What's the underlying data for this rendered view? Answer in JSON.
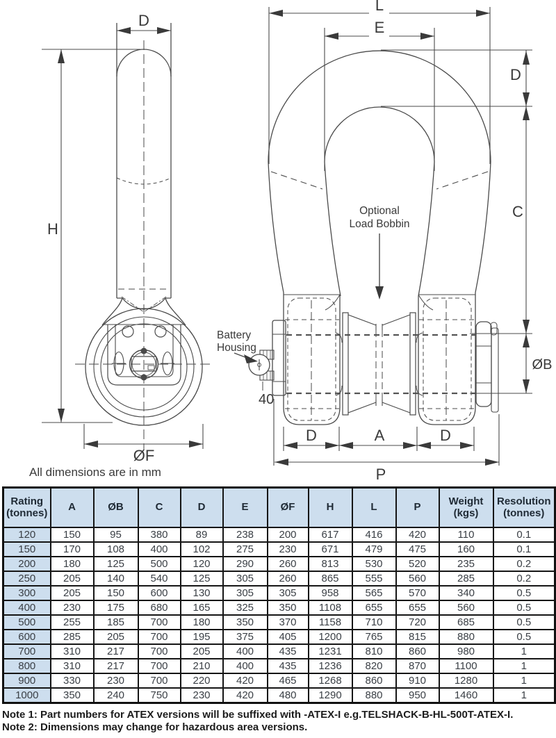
{
  "drawing": {
    "units_note": "All dimensions are in mm",
    "side_view": {
      "dim_d": "D",
      "dim_h": "H",
      "dim_f": "ØF"
    },
    "front_view": {
      "dim_l": "L",
      "dim_e": "E",
      "dim_d_right": "D",
      "dim_c": "C",
      "dim_b": "ØB",
      "dim_d_bottom_left": "D",
      "dim_a": "A",
      "dim_d_bottom_right": "D",
      "dim_p": "P",
      "dim_40": "40",
      "battery_label_line1": "Battery",
      "battery_label_line2": "Housing",
      "bobbin_label_line1": "Optional",
      "bobbin_label_line2": "Load Bobbin"
    }
  },
  "table": {
    "headers": [
      "Rating\n(tonnes)",
      "A",
      "ØB",
      "C",
      "D",
      "E",
      "ØF",
      "H",
      "L",
      "P",
      "Weight\n(kgs)",
      "Resolution\n(tonnes)"
    ],
    "rows": [
      [
        "120",
        "150",
        "95",
        "380",
        "89",
        "238",
        "200",
        "617",
        "416",
        "420",
        "110",
        "0.1"
      ],
      [
        "150",
        "170",
        "108",
        "400",
        "102",
        "275",
        "230",
        "671",
        "479",
        "475",
        "160",
        "0.1"
      ],
      [
        "200",
        "180",
        "125",
        "500",
        "120",
        "290",
        "260",
        "813",
        "530",
        "520",
        "235",
        "0.2"
      ],
      [
        "250",
        "205",
        "140",
        "540",
        "125",
        "305",
        "260",
        "865",
        "555",
        "560",
        "285",
        "0.2"
      ],
      [
        "300",
        "205",
        "150",
        "600",
        "130",
        "305",
        "305",
        "958",
        "565",
        "570",
        "340",
        "0.5"
      ],
      [
        "400",
        "230",
        "175",
        "680",
        "165",
        "325",
        "350",
        "1108",
        "655",
        "655",
        "560",
        "0.5"
      ],
      [
        "500",
        "255",
        "185",
        "700",
        "180",
        "350",
        "370",
        "1158",
        "710",
        "720",
        "685",
        "0.5"
      ],
      [
        "600",
        "285",
        "205",
        "700",
        "195",
        "375",
        "405",
        "1200",
        "765",
        "815",
        "880",
        "0.5"
      ],
      [
        "700",
        "310",
        "217",
        "700",
        "205",
        "400",
        "435",
        "1231",
        "810",
        "860",
        "980",
        "1"
      ],
      [
        "800",
        "310",
        "217",
        "700",
        "210",
        "400",
        "435",
        "1236",
        "820",
        "870",
        "1100",
        "1"
      ],
      [
        "900",
        "330",
        "230",
        "700",
        "220",
        "420",
        "465",
        "1268",
        "860",
        "910",
        "1280",
        "1"
      ],
      [
        "1000",
        "350",
        "240",
        "750",
        "230",
        "420",
        "480",
        "1290",
        "880",
        "950",
        "1460",
        "1"
      ]
    ]
  },
  "notes": [
    "Note 1: Part numbers for ATEX versions will be suffixed with -ATEX-I e.g.TELSHACK-B-HL-500T-ATEX-I.",
    "Note 2: Dimensions may change for hazardous area versions."
  ],
  "colors": {
    "table_header_bg": "#cddeee",
    "table_border": "#151515",
    "line_color": "#4a4a4a",
    "text_color": "#3a3a3a"
  }
}
